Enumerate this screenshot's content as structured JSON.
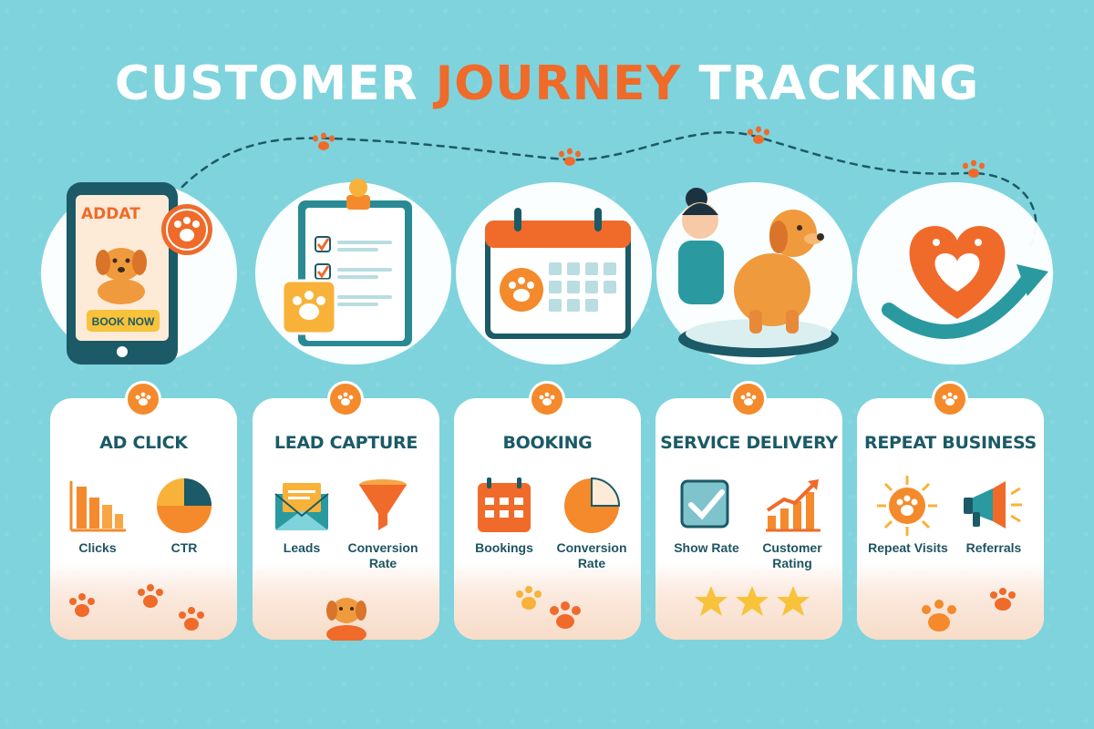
{
  "title": {
    "part1": "CUSTOMER",
    "part2": "JOURNEY",
    "part3": "TRACKING"
  },
  "colors": {
    "background": "#7fd3dc",
    "accent": "#f06a2a",
    "orange": "#f48a2b",
    "teal": "#1b5a66",
    "white": "#ffffff"
  },
  "illustrations": {
    "ad_text": "ADDAT",
    "book_now": "BOOK NOW"
  },
  "stages": [
    {
      "title": "AD CLICK",
      "metrics": [
        {
          "label": "Clicks",
          "icon": "bar-chart-icon"
        },
        {
          "label": "CTR",
          "icon": "pie-chart-icon"
        }
      ]
    },
    {
      "title": "LEAD CAPTURE",
      "metrics": [
        {
          "label": "Leads",
          "icon": "envelope-icon"
        },
        {
          "label": "Conversion Rate",
          "icon": "funnel-icon"
        }
      ]
    },
    {
      "title": "BOOKING",
      "metrics": [
        {
          "label": "Bookings",
          "icon": "calendar-icon"
        },
        {
          "label": "Conversion Rate",
          "icon": "pie-chart-icon"
        }
      ]
    },
    {
      "title": "SERVICE DELIVERY",
      "metrics": [
        {
          "label": "Show Rate",
          "icon": "checkbox-icon"
        },
        {
          "label": "Customer Rating",
          "icon": "growth-chart-icon"
        }
      ]
    },
    {
      "title": "REPEAT BUSINESS",
      "metrics": [
        {
          "label": "Repeat Visits",
          "icon": "paw-sun-icon"
        },
        {
          "label": "Referrals",
          "icon": "megaphone-icon"
        }
      ]
    }
  ]
}
